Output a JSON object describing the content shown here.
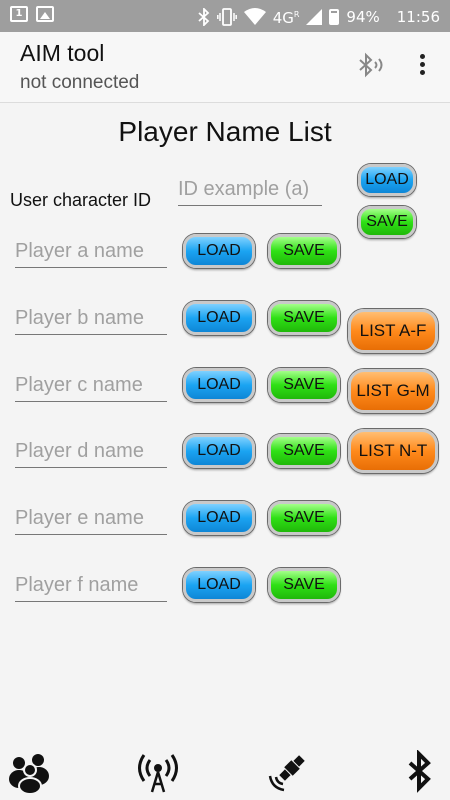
{
  "statusbar": {
    "network": "4G",
    "network_sup": "R",
    "battery": "94%",
    "time": "11:56",
    "icons": [
      "sim-icon",
      "image-notification-icon",
      "bluetooth-icon",
      "vibrate-icon",
      "wifi-icon",
      "signal-icon",
      "battery-icon"
    ]
  },
  "app": {
    "title": "AIM tool",
    "subtitle": "not connected"
  },
  "page": {
    "title": "Player Name List",
    "user_id_label": "User character ID",
    "user_id_placeholder": "ID example (a)",
    "load_label": "LOAD",
    "save_label": "SAVE"
  },
  "players": [
    {
      "placeholder": "Player a name"
    },
    {
      "placeholder": "Player b name"
    },
    {
      "placeholder": "Player c name"
    },
    {
      "placeholder": "Player d name"
    },
    {
      "placeholder": "Player e name"
    },
    {
      "placeholder": "Player f name"
    }
  ],
  "lists": [
    "LIST A-F",
    "LIST G-M",
    "LIST N-T"
  ],
  "bottom_nav": [
    "players-icon",
    "antenna-icon",
    "satellite-icon",
    "bluetooth-icon"
  ],
  "colors": {
    "load": "#1ba4f2",
    "save": "#2fe015",
    "list": "#ff8a1c",
    "statusbar": "#9e9e9e"
  }
}
